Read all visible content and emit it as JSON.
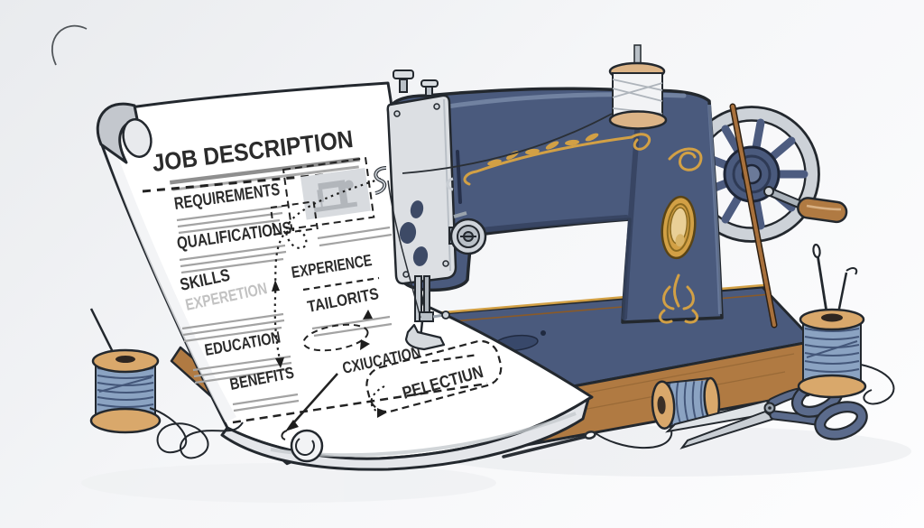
{
  "document": {
    "title": "JOB DESCRIPTION",
    "labels": {
      "requirements": "REQUIREMENTS",
      "qualifications": "QUALIFICATIONS",
      "skills": "SKILLS",
      "experetion": "EXPERETION",
      "experience": "EXPERIENCE",
      "tailorits": "TAILORITS",
      "education": "EDUCATION",
      "cxiucation": "CXIUCATION",
      "benefits": "BENEFITS",
      "pelectiun": "PELECTIUN"
    }
  },
  "colors": {
    "bg_top": "#e9ebee",
    "bg_bottom": "#fdfdfe",
    "navy": "#4a5a7d",
    "navy_dark": "#35425e",
    "navy_light": "#7586a5",
    "gold": "#d2a045",
    "wood": "#b07a42",
    "wood_dark": "#82551f",
    "silver": "#dcdfe3",
    "silver_dark": "#aab2ba",
    "paper": "#ffffff",
    "paper_shade": "#e4e6ea",
    "thread": "#8ba3c2",
    "thread_dark": "#44577a",
    "spool": "#d9a86b",
    "ink": "#2b2b2b",
    "ink_faded": "#c2c2c2"
  }
}
